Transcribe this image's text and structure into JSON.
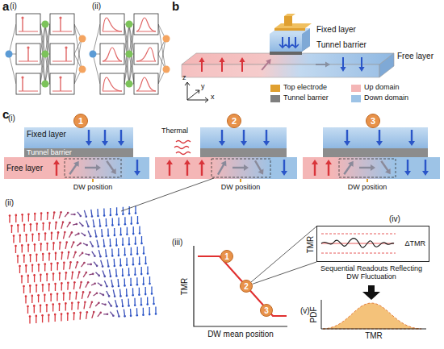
{
  "diagram": {
    "nodes": [
      {
        "text": [
          "1"
        ]
      },
      {
        "text": [
          "2"
        ]
      },
      {
        "text": [
          "3"
        ]
      },
      {
        "text": [
          "Fixed layer"
        ]
      },
      {
        "text": [
          "Tunnel barrier"
        ]
      },
      {
        "text": [
          "Free layer"
        ]
      },
      {
        "text": [
          "1"
        ]
      },
      {
        "text": [
          "2"
        ]
      },
      {
        "text": [
          "3"
        ]
      },
      {
        "text": [
          "TMR",
          "ΔTMR"
        ]
      }
    ],
    "edges": [
      {
        "from": 7,
        "to": 9,
        "arrow": "none"
      }
    ],
    "labels": [
      "a",
      "(i)",
      "(ii)",
      "b",
      "Fixed layer",
      "Tunnel barrier",
      "Free layer",
      "z",
      "y",
      "x",
      "c",
      "(i)",
      "DW position",
      "Thermal",
      "DW position",
      "DW position",
      "(ii)",
      "(iii)",
      "TMR",
      "DW mean position",
      "(iv)",
      "Sequential Readouts Reflecting DW Fluctuation",
      "(v)",
      "PDF",
      "TMR"
    ],
    "legend": [
      {
        "text": "Top electrode",
        "color": "#e0a030"
      },
      {
        "text": "Up domain",
        "color": "#f4b6b6"
      },
      {
        "text": "Tunnel barrier",
        "color": "#7f7f7f"
      },
      {
        "text": "Down domain",
        "color": "#9dc3e6"
      }
    ]
  }
}
